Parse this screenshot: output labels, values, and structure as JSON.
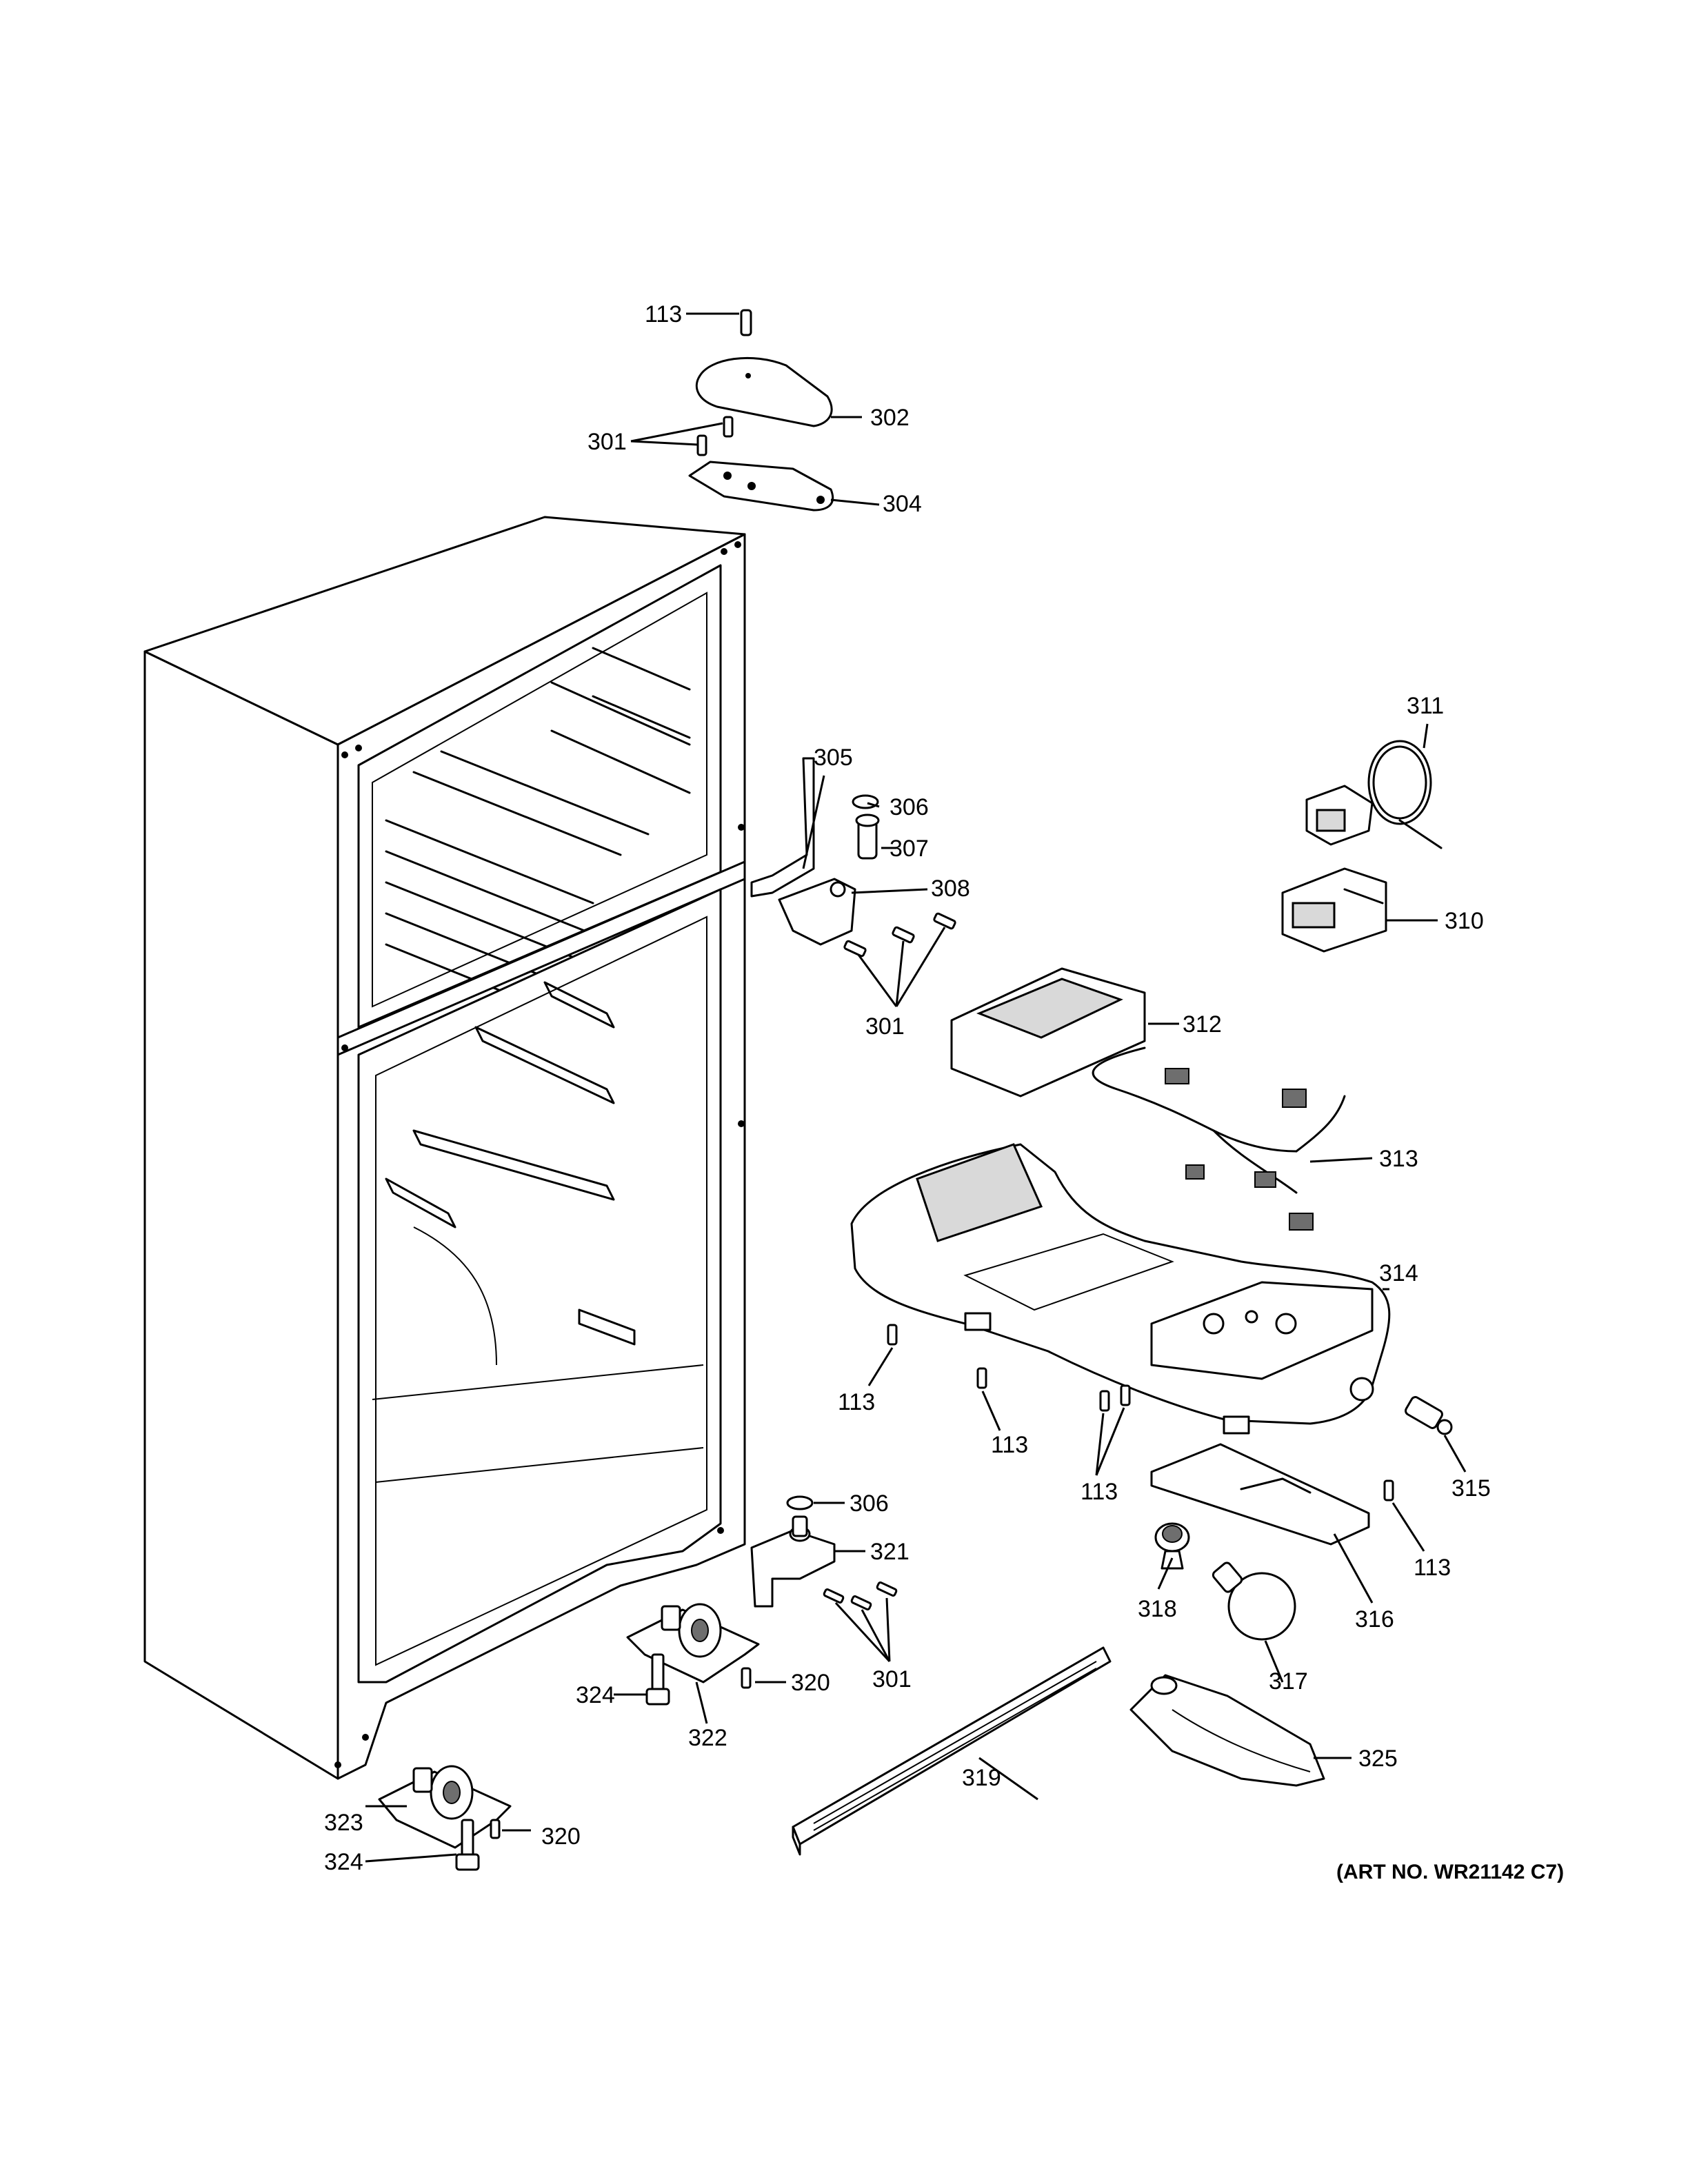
{
  "callouts": [
    {
      "id": "c113a",
      "label": "113"
    },
    {
      "id": "c302",
      "label": "302"
    },
    {
      "id": "c301a",
      "label": "301"
    },
    {
      "id": "c304",
      "label": "304"
    },
    {
      "id": "c305",
      "label": "305"
    },
    {
      "id": "c306a",
      "label": "306"
    },
    {
      "id": "c307",
      "label": "307"
    },
    {
      "id": "c308",
      "label": "308"
    },
    {
      "id": "c301b",
      "label": "301"
    },
    {
      "id": "c311",
      "label": "311"
    },
    {
      "id": "c310",
      "label": "310"
    },
    {
      "id": "c312",
      "label": "312"
    },
    {
      "id": "c313",
      "label": "313"
    },
    {
      "id": "c314",
      "label": "314"
    },
    {
      "id": "c113b",
      "label": "113"
    },
    {
      "id": "c113c",
      "label": "113"
    },
    {
      "id": "c113d",
      "label": "113"
    },
    {
      "id": "c315",
      "label": "315"
    },
    {
      "id": "c113e",
      "label": "113"
    },
    {
      "id": "c306b",
      "label": "306"
    },
    {
      "id": "c321",
      "label": "321"
    },
    {
      "id": "c318",
      "label": "318"
    },
    {
      "id": "c316",
      "label": "316"
    },
    {
      "id": "c301c",
      "label": "301"
    },
    {
      "id": "c317",
      "label": "317"
    },
    {
      "id": "c324a",
      "label": "324"
    },
    {
      "id": "c320a",
      "label": "320"
    },
    {
      "id": "c322",
      "label": "322"
    },
    {
      "id": "c325",
      "label": "325"
    },
    {
      "id": "c319",
      "label": "319"
    },
    {
      "id": "c323",
      "label": "323"
    },
    {
      "id": "c320b",
      "label": "320"
    },
    {
      "id": "c324b",
      "label": "324"
    }
  ],
  "art_number": "(ART NO. WR21142 C7)"
}
